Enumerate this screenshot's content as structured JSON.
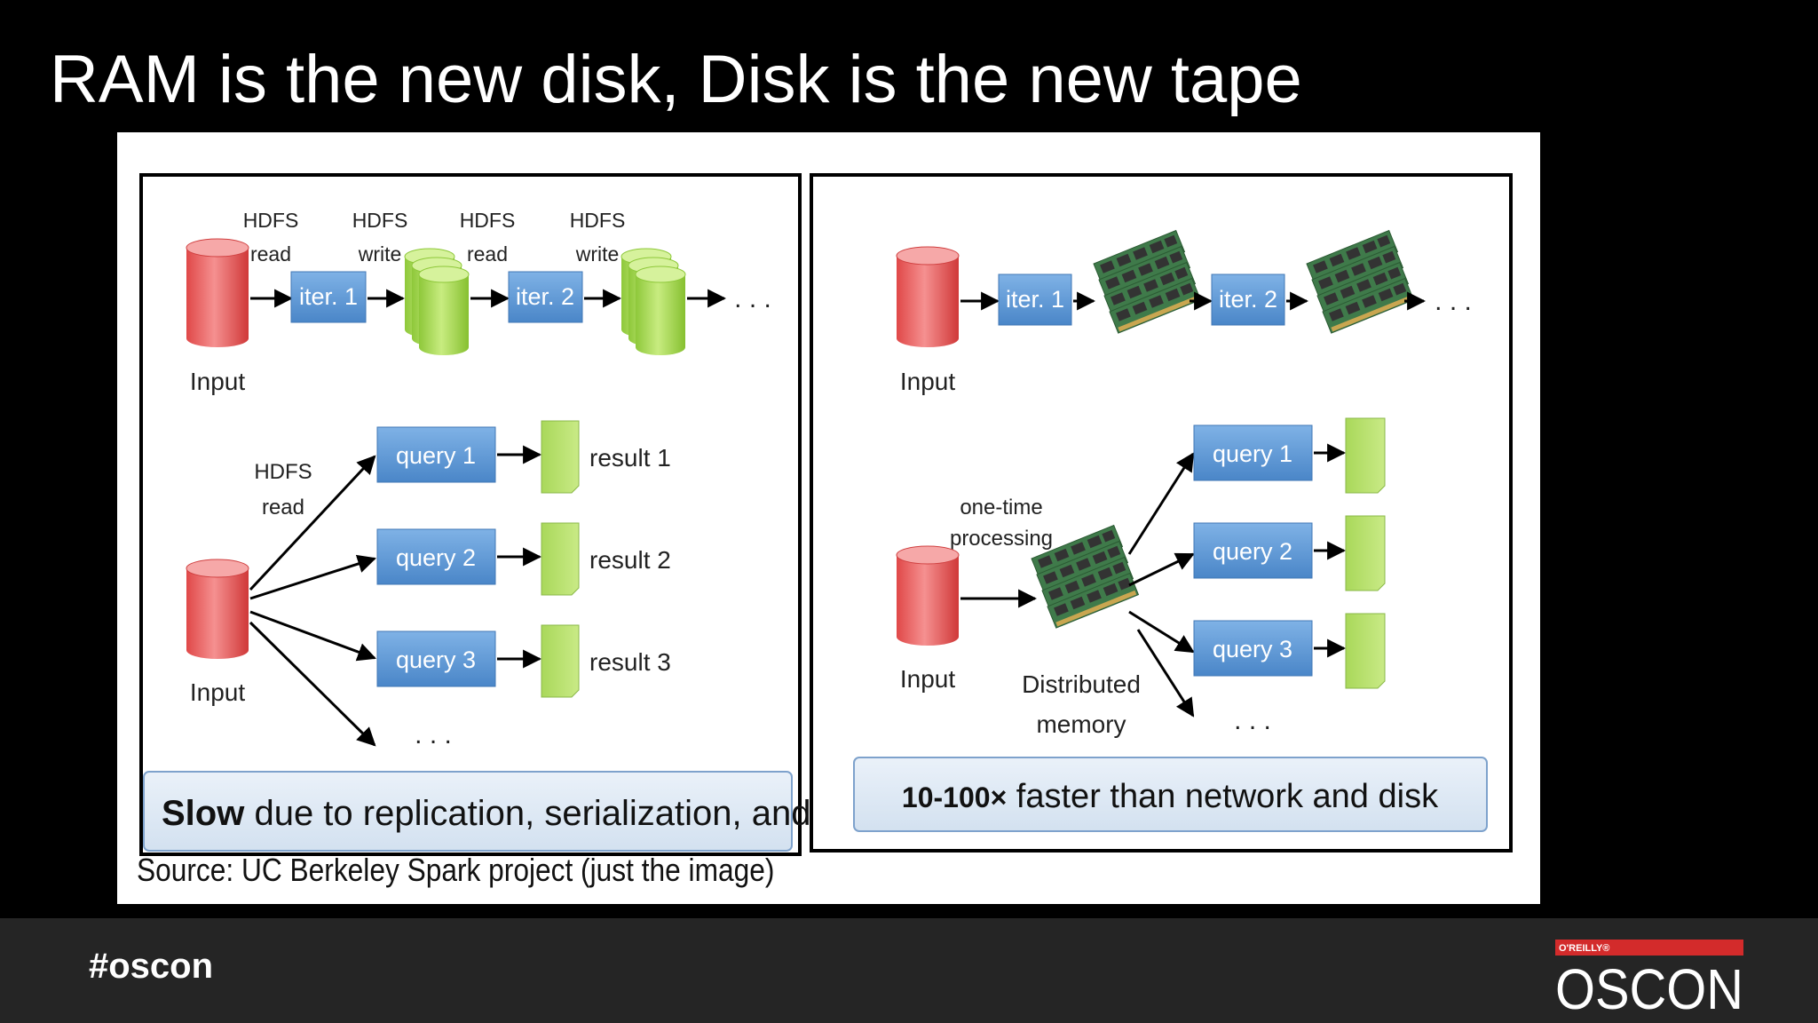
{
  "slide_title": "RAM is the new disk, Disk is the new tape",
  "left_panel": {
    "labels": {
      "hdfs_read_1": "HDFS",
      "hdfs_read_1b": "read",
      "hdfs_write_1": "HDFS",
      "hdfs_write_1b": "write",
      "hdfs_read_2": "HDFS",
      "hdfs_read_2b": "read",
      "hdfs_write_2": "HDFS",
      "hdfs_write_2b": "write",
      "iter1": "iter. 1",
      "iter2": "iter. 2",
      "ellipsis_top": ". . .",
      "input_top": "Input",
      "hdfs_read_q": "HDFS",
      "hdfs_read_qb": "read",
      "query1": "query 1",
      "query2": "query 2",
      "query3": "query 3",
      "result1": "result 1",
      "result2": "result 2",
      "result3": "result 3",
      "input_bottom": "Input",
      "ellipsis_bottom": ". . ."
    },
    "caption_bold": "Slow",
    "caption_rest": " due to replication, serialization, and disk IO"
  },
  "right_panel": {
    "labels": {
      "iter1": "iter. 1",
      "iter2": "iter. 2",
      "ellipsis_top": ". . .",
      "input_top": "Input",
      "one_time": "one-time",
      "processing": "processing",
      "query1": "query 1",
      "query2": "query 2",
      "query3": "query 3",
      "input_bottom": "Input",
      "distributed": "Distributed",
      "memory": "memory",
      "ellipsis_bottom": ". . ."
    },
    "caption_bold": "10-100×",
    "caption_rest": " faster than network and disk"
  },
  "source": "Source: UC Berkeley Spark project (just the image)",
  "footer": {
    "hashtag": "#oscon",
    "logo_top": "O'REILLY®",
    "logo_main": "OSCON"
  },
  "colors": {
    "cylinder_red": "#e86060",
    "cylinder_green": "#a8d94f",
    "iter_blue": "#5b9bd5",
    "caption_bg": "#dce7f3",
    "oreilly_red": "#d32b2b"
  }
}
